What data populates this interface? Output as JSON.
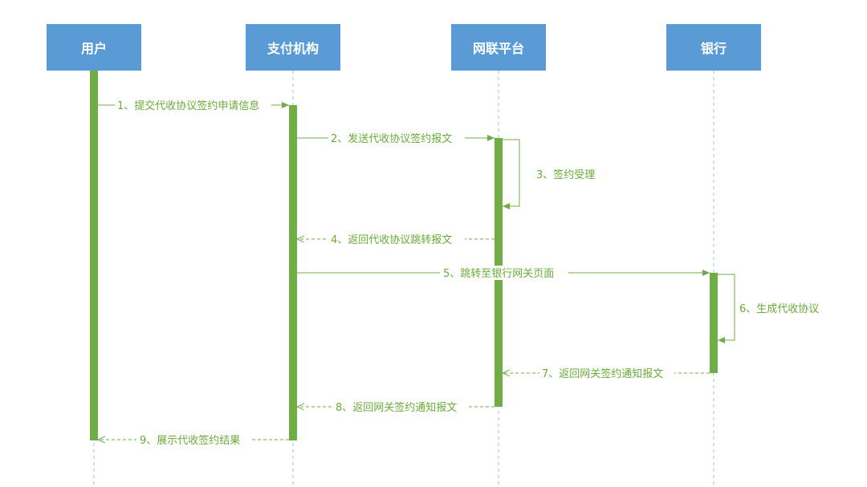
{
  "actors": [
    {
      "id": "user",
      "label": "用户"
    },
    {
      "id": "payment",
      "label": "支付机构"
    },
    {
      "id": "unionpay",
      "label": "网联平台"
    },
    {
      "id": "bank",
      "label": "银行"
    }
  ],
  "messages": [
    {
      "label": "1、提交代收协议签约申请信息",
      "from": "user",
      "to": "payment",
      "kind": "sync"
    },
    {
      "label": "2、发送代收协议签约报文",
      "from": "payment",
      "to": "unionpay",
      "kind": "sync"
    },
    {
      "label": "3、签约受理",
      "from": "unionpay",
      "to": "unionpay",
      "kind": "self"
    },
    {
      "label": "4、返回代收协议跳转报文",
      "from": "unionpay",
      "to": "payment",
      "kind": "return"
    },
    {
      "label": "5、跳转至银行网关页面",
      "from": "payment",
      "to": "bank",
      "kind": "sync"
    },
    {
      "label": "6、生成代收协议",
      "from": "bank",
      "to": "bank",
      "kind": "self"
    },
    {
      "label": "7、返回网关签约通知报文",
      "from": "bank",
      "to": "unionpay",
      "kind": "return"
    },
    {
      "label": "8、返回网关签约通知报文",
      "from": "unionpay",
      "to": "payment",
      "kind": "return"
    },
    {
      "label": "9、展示代收签约结果",
      "from": "payment",
      "to": "user",
      "kind": "return"
    }
  ],
  "colors": {
    "actor_fill": "#5b9bd5",
    "activation": "#70ad47",
    "message": "#70ad47",
    "lifeline": "#9dc3e6"
  }
}
